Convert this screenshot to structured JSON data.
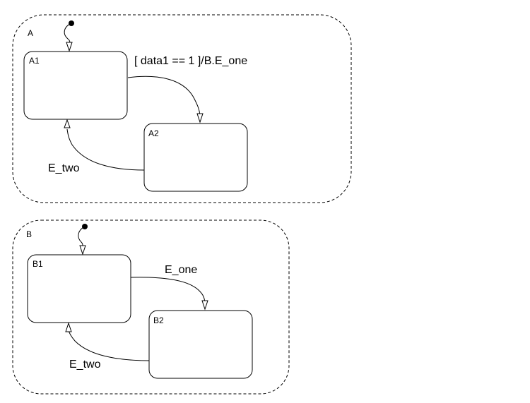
{
  "states": {
    "A": {
      "label": "A"
    },
    "A1": {
      "label": "A1"
    },
    "A2": {
      "label": "A2"
    },
    "B": {
      "label": "B"
    },
    "B1": {
      "label": "B1"
    },
    "B2": {
      "label": "B2"
    }
  },
  "transitions": {
    "a1_to_a2": {
      "label": "[ data1 == 1 ]/B.E_one"
    },
    "a2_to_a1": {
      "label": "E_two"
    },
    "b1_to_b2": {
      "label": "E_one"
    },
    "b2_to_b1": {
      "label": "E_two"
    }
  }
}
